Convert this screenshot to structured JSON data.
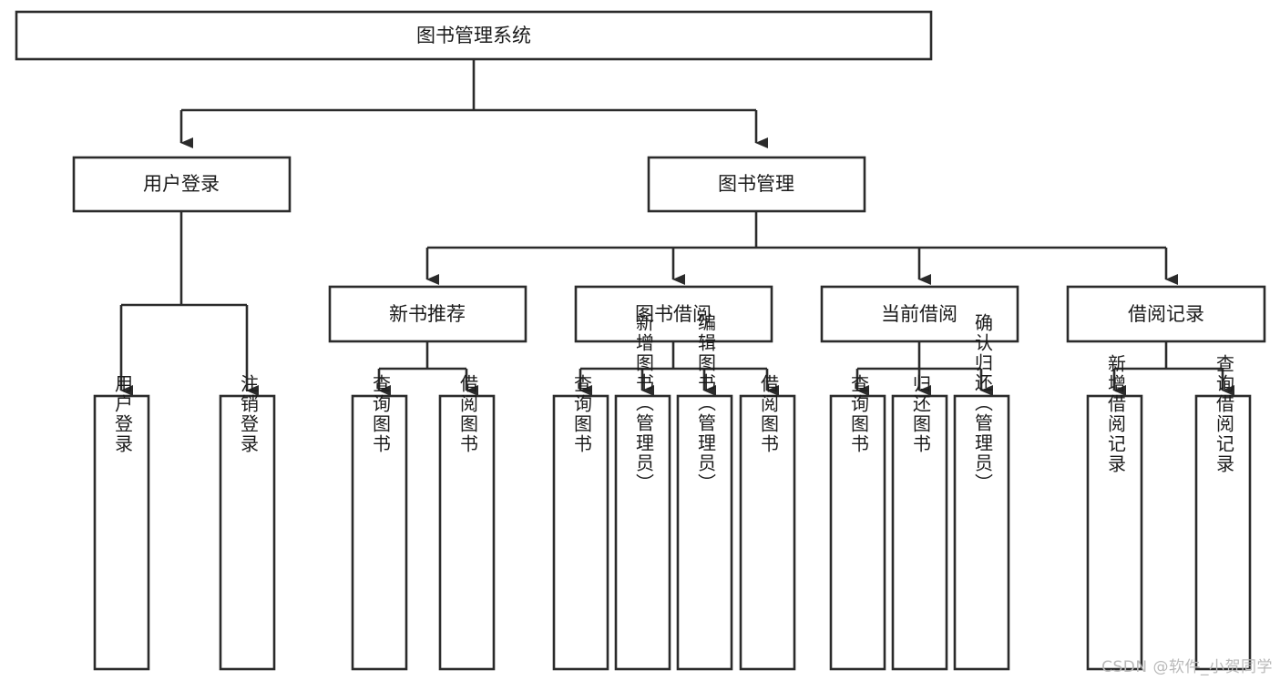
{
  "diagram": {
    "title": "图书管理系统",
    "type": "tree",
    "orientation": "top-down",
    "background_color": "#ffffff",
    "box_stroke_color": "#2b2b2b",
    "box_fill_color": "#ffffff",
    "text_color": "#1b1b1b",
    "connector_color": "#2b2b2b",
    "levels": 4
  },
  "watermark": {
    "text": "CSDN @软件_小贺同学",
    "color": "#b9b9b9"
  },
  "nodes": {
    "root": {
      "label": "图书管理系统",
      "level": 1,
      "orientation": "horizontal"
    },
    "l2": [
      {
        "label": "用户登录",
        "level": 2,
        "orientation": "horizontal"
      },
      {
        "label": "图书管理",
        "level": 2,
        "orientation": "horizontal"
      }
    ],
    "l3": [
      {
        "label": "新书推荐",
        "level": 3,
        "orientation": "horizontal",
        "parent": "图书管理"
      },
      {
        "label": "图书借阅",
        "level": 3,
        "orientation": "horizontal",
        "parent": "图书管理"
      },
      {
        "label": "当前借阅",
        "level": 3,
        "orientation": "horizontal",
        "parent": "图书管理"
      },
      {
        "label": "借阅记录",
        "level": 3,
        "orientation": "horizontal",
        "parent": "图书管理"
      }
    ],
    "leaves": [
      {
        "label": "用户登录",
        "parent": "用户登录",
        "orientation": "vertical"
      },
      {
        "label": "注销登录",
        "parent": "用户登录",
        "orientation": "vertical"
      },
      {
        "label": "查询图书",
        "parent": "新书推荐",
        "orientation": "vertical"
      },
      {
        "label": "借阅图书",
        "parent": "新书推荐",
        "orientation": "vertical"
      },
      {
        "label": "查询图书",
        "parent": "图书借阅",
        "orientation": "vertical"
      },
      {
        "label": "新增图书（管理员）",
        "parent": "图书借阅",
        "orientation": "vertical"
      },
      {
        "label": "编辑图书（管理员）",
        "parent": "图书借阅",
        "orientation": "vertical"
      },
      {
        "label": "借阅图书",
        "parent": "图书借阅",
        "orientation": "vertical"
      },
      {
        "label": "查询图书",
        "parent": "当前借阅",
        "orientation": "vertical"
      },
      {
        "label": "归还图书",
        "parent": "当前借阅",
        "orientation": "vertical"
      },
      {
        "label": "确认归还（管理员）",
        "parent": "当前借阅",
        "orientation": "vertical"
      },
      {
        "label": "新增借阅记录",
        "parent": "借阅记录",
        "orientation": "vertical"
      },
      {
        "label": "查询借阅记录",
        "parent": "借阅记录",
        "orientation": "vertical"
      }
    ]
  }
}
